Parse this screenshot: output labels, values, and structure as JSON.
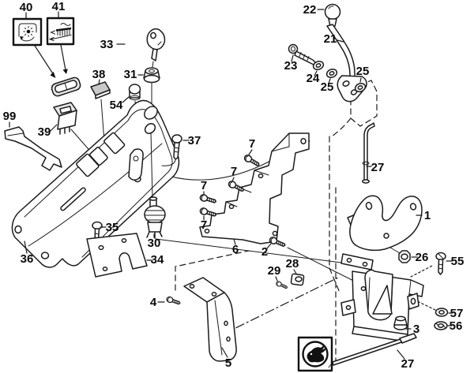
{
  "diagram": {
    "kind": "exploded-parts-diagram",
    "background": "#ffffff",
    "line_color": "#1b1b1b",
    "label_color": "#0a0a0a"
  },
  "icons": {
    "beacon_switch": "rotating-beacon-icon",
    "heater_switch": "heater-switch-icon",
    "speed_stamp": "rabbit-icon"
  },
  "callouts": {
    "1": "1",
    "2": "2",
    "3": "3",
    "4": "4",
    "5": "5",
    "6": "6",
    "7": "7",
    "21": "21",
    "22": "22",
    "23": "23",
    "24": "24",
    "25": "25",
    "26": "26",
    "27": "27",
    "28": "28",
    "29": "29",
    "30": "30",
    "31": "31",
    "33": "33",
    "34": "34",
    "35": "35",
    "36": "36",
    "37": "37",
    "38": "38",
    "39": "39",
    "40": "40",
    "41": "41",
    "54": "54",
    "55": "55",
    "56": "56",
    "57": "57",
    "99": "99"
  }
}
